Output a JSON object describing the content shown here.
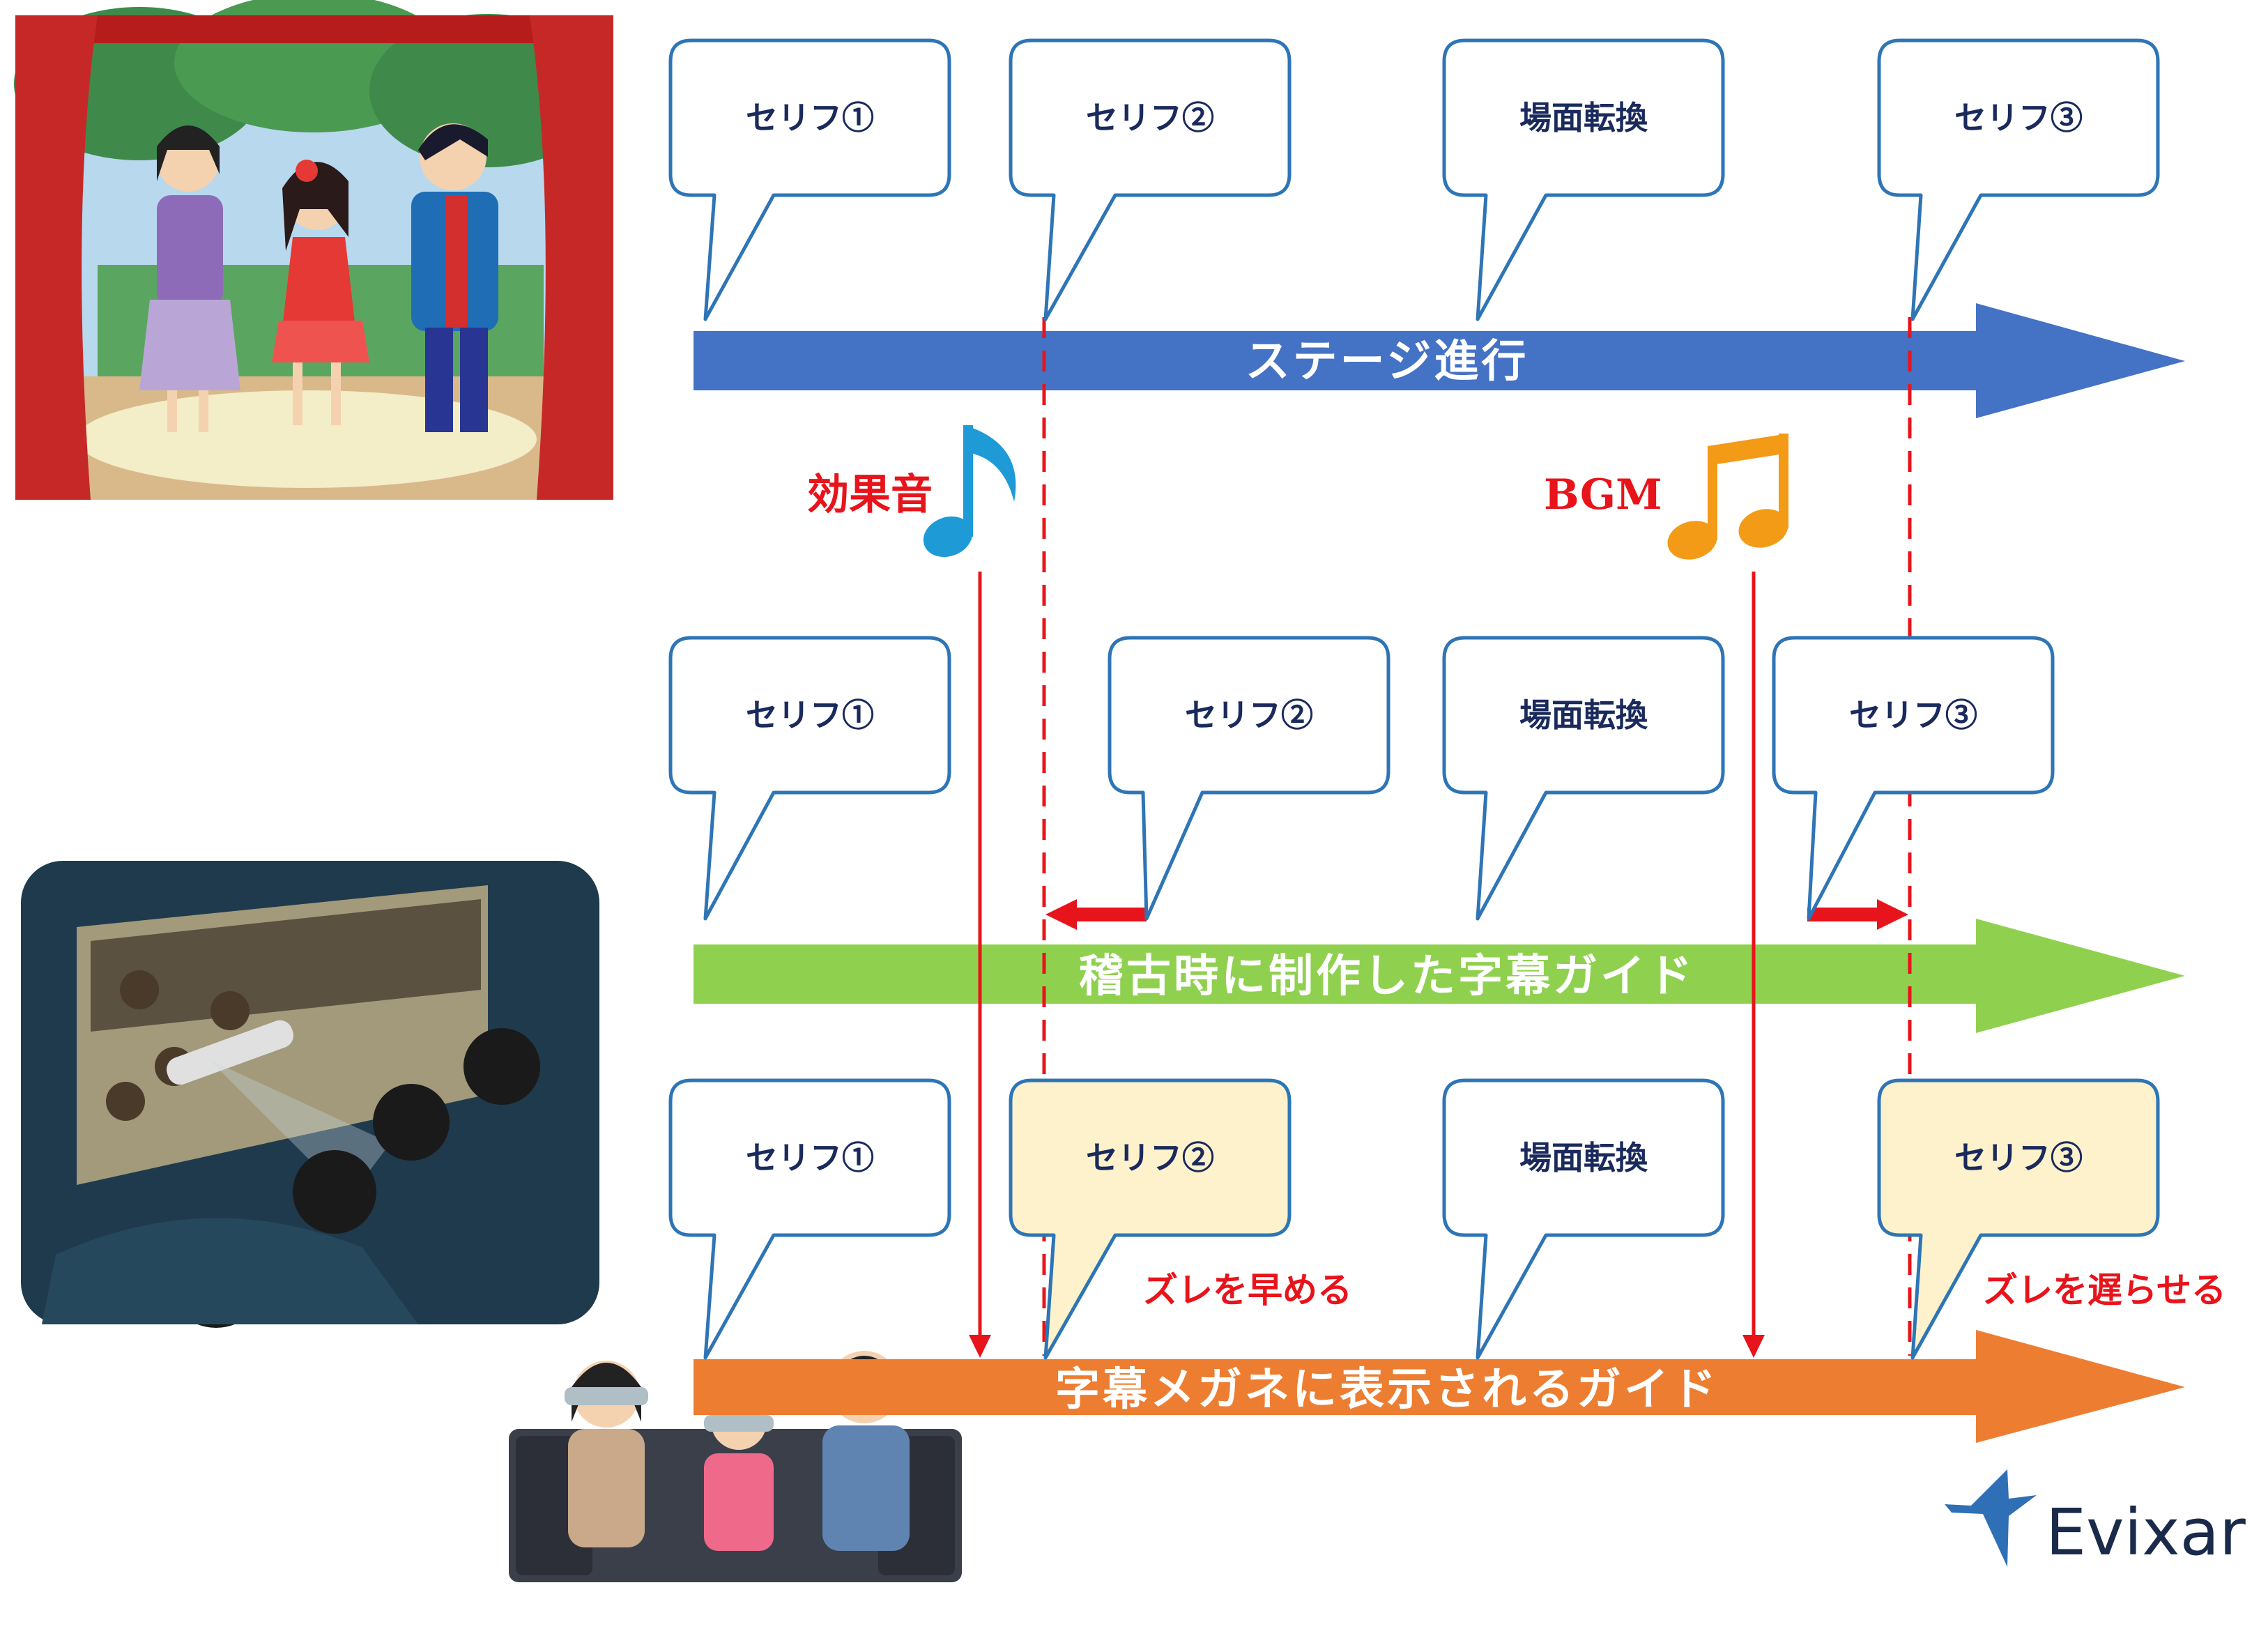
{
  "colors": {
    "stage_arrow": "#4472c4",
    "rehearsal_arrow": "#8fd14f",
    "glasses_arrow": "#ed7d31",
    "bubble_border": "#2e75b6",
    "bubble_fill": "#ffffff",
    "bubble_highlight_fill": "#fdf2cc",
    "sync_line": "#e8141b",
    "note_blue": "#1e9bd7",
    "note_orange": "#f39a16"
  },
  "rows": {
    "stage": {
      "arrow_label": "ステージ進行",
      "bubbles": [
        "セリフ①",
        "セリフ②",
        "場面転換",
        "セリフ③"
      ]
    },
    "rehearsal": {
      "arrow_label": "稽古時に制作した字幕ガイド",
      "bubbles": [
        "セリフ①",
        "セリフ②",
        "場面転換",
        "セリフ③"
      ]
    },
    "glasses": {
      "arrow_label": "字幕メガネに表示されるガイド",
      "bubbles": [
        "セリフ①",
        "セリフ②",
        "場面転換",
        "セリフ③"
      ]
    }
  },
  "audio_cues": {
    "sfx_label": "効果音",
    "bgm_label": "BGM"
  },
  "annotations": {
    "advance": "ズレを早める",
    "delay": "ズレを遅らせる"
  },
  "logo": {
    "text": "Evixar"
  }
}
